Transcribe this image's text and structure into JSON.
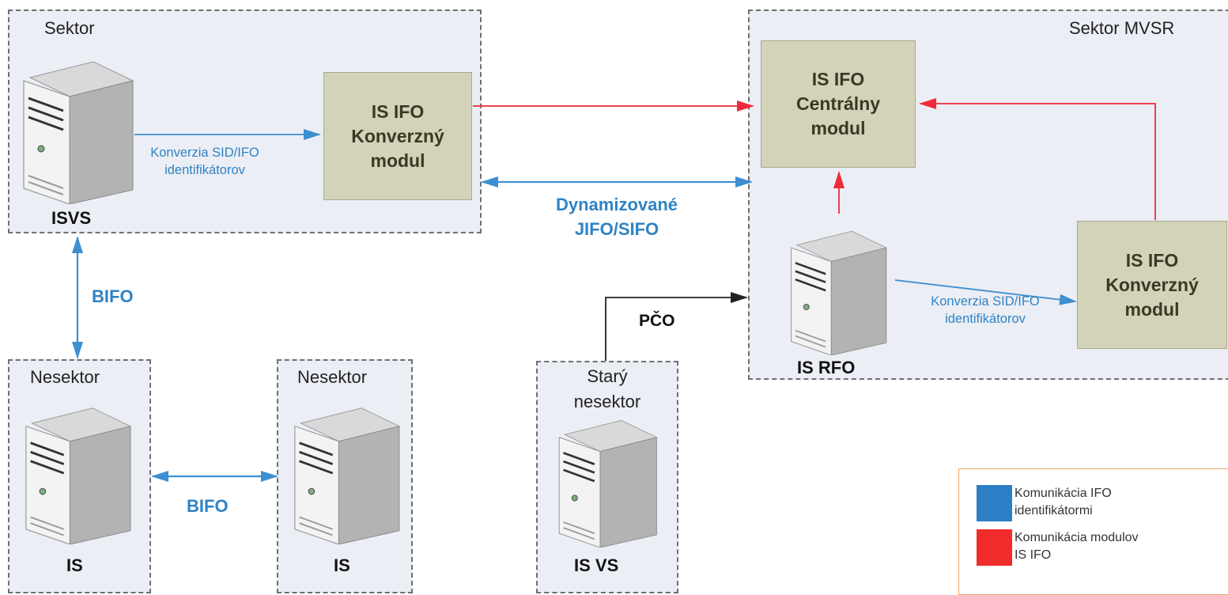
{
  "zones": {
    "sektor": {
      "label": "Sektor"
    },
    "sektor_mvsr": {
      "label": "Sektor MVSR"
    },
    "nesektor_1": {
      "label": "Nesektor"
    },
    "nesektor_2": {
      "label": "Nesektor"
    },
    "stary_nesektor": {
      "label_line1": "Starý",
      "label_line2": "nesektor"
    }
  },
  "modules": {
    "konverzny_sektor": {
      "line1": "IS IFO",
      "line2": "Konverzný",
      "line3": "modul"
    },
    "centralny": {
      "line1": "IS IFO",
      "line2": "Centrálny",
      "line3": "modul"
    },
    "konverzny_mvsr": {
      "line1": "IS IFO",
      "line2": "Konverzný",
      "line3": "modul"
    }
  },
  "servers": {
    "isvs": {
      "label": "ISVS"
    },
    "is_rfo": {
      "label": "IS RFO"
    },
    "is_1": {
      "label": "IS"
    },
    "is_2": {
      "label": "IS"
    },
    "is_vs": {
      "label": "IS VS"
    }
  },
  "edge_labels": {
    "konverzia_sektor": {
      "line1": "Konverzia SID/IFO",
      "line2": "identifikátorov"
    },
    "konverzia_mvsr": {
      "line1": "Konverzia SID/IFO",
      "line2": "identifikátorov"
    },
    "dynamizovane": {
      "line1": "Dynamizované",
      "line2": "JIFO/SIFO"
    },
    "bifo_vertical": "BIFO",
    "bifo_horizontal": "BIFO",
    "pco": "PČO"
  },
  "legend": {
    "items": [
      {
        "line1": "Komunikácia IFO",
        "line2": "identifikátormi",
        "color": "#2d7fc5"
      },
      {
        "line1": "Komunikácia modulov",
        "line2": "IS IFO",
        "color": "#ef2b2b"
      }
    ]
  },
  "colors": {
    "blue": "#3d8fd0",
    "red": "#ef2b3a",
    "black": "#222222",
    "module_fill": "#d3d3b9",
    "zone_fill": "#eceef5"
  }
}
